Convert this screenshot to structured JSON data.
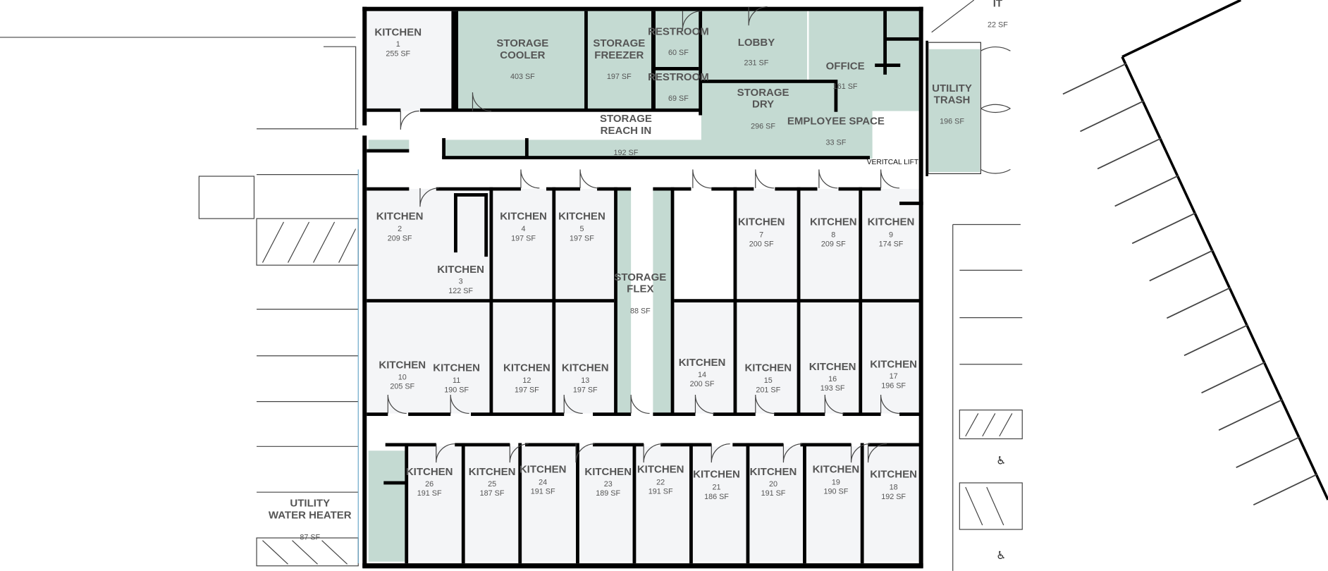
{
  "colors": {
    "kitchen_fill": "#f4f5f7",
    "shared_space_fill": "#c4dad2",
    "wall": "#000000",
    "label": "#555555"
  },
  "rooms": [
    {
      "lines": [
        "KITCHEN"
      ],
      "number": "1",
      "area": "255 SF"
    },
    {
      "lines": [
        "STORAGE",
        "COOLER"
      ],
      "area": "403 SF"
    },
    {
      "lines": [
        "STORAGE",
        "FREEZER"
      ],
      "area": "197 SF"
    },
    {
      "lines": [
        "RESTROOM"
      ],
      "area": "60 SF"
    },
    {
      "lines": [
        "RESTROOM"
      ],
      "area": "69 SF"
    },
    {
      "lines": [
        "LOBBY"
      ],
      "area": "231 SF"
    },
    {
      "lines": [
        "OFFICE"
      ],
      "area": "161 SF"
    },
    {
      "lines": [
        "STORAGE",
        "DRY"
      ],
      "area": "296 SF"
    },
    {
      "lines": [
        "EMPLOYEE SPACE"
      ],
      "area": "33 SF"
    },
    {
      "lines": [
        "STORAGE",
        "REACH IN"
      ],
      "area": "192 SF"
    },
    {
      "lines": [
        "IT"
      ],
      "area": "22 SF"
    },
    {
      "lines": [
        "UTILITY",
        "TRASH"
      ],
      "area": "196 SF"
    },
    {
      "lines": [
        "KITCHEN"
      ],
      "number": "2",
      "area": "209 SF"
    },
    {
      "lines": [
        "KITCHEN"
      ],
      "number": "3",
      "area": "122 SF"
    },
    {
      "lines": [
        "KITCHEN"
      ],
      "number": "4",
      "area": "197 SF"
    },
    {
      "lines": [
        "KITCHEN"
      ],
      "number": "5",
      "area": "197 SF"
    },
    {
      "lines": [
        "STORAGE",
        "FLEX"
      ],
      "area": "88 SF"
    },
    {
      "lines": [
        "KITCHEN"
      ],
      "number": "7",
      "area": "200 SF"
    },
    {
      "lines": [
        "KITCHEN"
      ],
      "number": "8",
      "area": "209 SF"
    },
    {
      "lines": [
        "KITCHEN"
      ],
      "number": "9",
      "area": "174 SF"
    },
    {
      "lines": [
        "KITCHEN"
      ],
      "number": "10",
      "area": "205 SF"
    },
    {
      "lines": [
        "KITCHEN"
      ],
      "number": "11",
      "area": "190 SF"
    },
    {
      "lines": [
        "KITCHEN"
      ],
      "number": "12",
      "area": "197 SF"
    },
    {
      "lines": [
        "KITCHEN"
      ],
      "number": "13",
      "area": "197 SF"
    },
    {
      "lines": [
        "KITCHEN"
      ],
      "number": "14",
      "area": "200 SF"
    },
    {
      "lines": [
        "KITCHEN"
      ],
      "number": "15",
      "area": "201 SF"
    },
    {
      "lines": [
        "KITCHEN"
      ],
      "number": "16",
      "area": "193 SF"
    },
    {
      "lines": [
        "KITCHEN"
      ],
      "number": "17",
      "area": "196 SF"
    },
    {
      "lines": [
        "KITCHEN"
      ],
      "number": "26",
      "area": "191 SF"
    },
    {
      "lines": [
        "KITCHEN"
      ],
      "number": "25",
      "area": "187 SF"
    },
    {
      "lines": [
        "KITCHEN"
      ],
      "number": "24",
      "area": "191 SF"
    },
    {
      "lines": [
        "KITCHEN"
      ],
      "number": "23",
      "area": "189 SF"
    },
    {
      "lines": [
        "KITCHEN"
      ],
      "number": "22",
      "area": "191 SF"
    },
    {
      "lines": [
        "KITCHEN"
      ],
      "number": "21",
      "area": "186 SF"
    },
    {
      "lines": [
        "KITCHEN"
      ],
      "number": "20",
      "area": "191 SF"
    },
    {
      "lines": [
        "KITCHEN"
      ],
      "number": "19",
      "area": "190 SF"
    },
    {
      "lines": [
        "KITCHEN"
      ],
      "number": "18",
      "area": "192 SF"
    },
    {
      "lines": [
        "UTILITY",
        "WATER HEATER"
      ],
      "area": "87 SF"
    }
  ],
  "vertical_lift_label": "VERITCAL LIFT"
}
